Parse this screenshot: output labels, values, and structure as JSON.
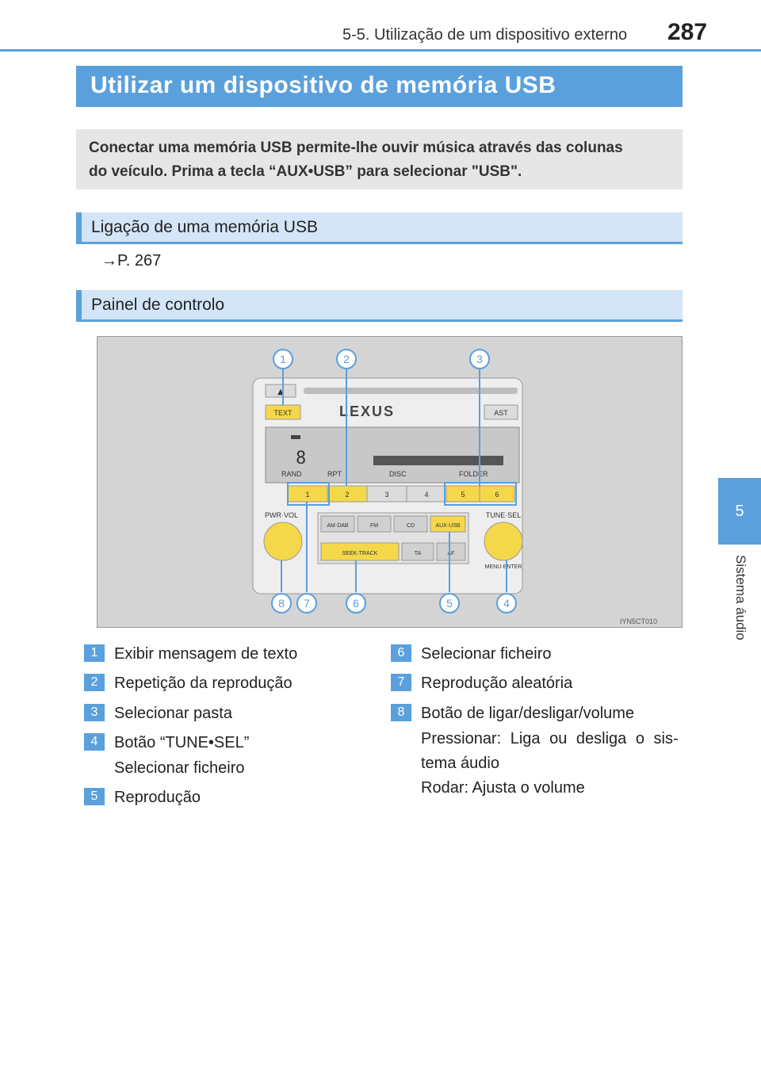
{
  "header": {
    "section_title": "5-5. Utilização de um dispositivo externo",
    "page_number": "287"
  },
  "side_tab": {
    "chapter_number": "5",
    "chapter_label": "Sistema áudio"
  },
  "main_title": "Utilizar um dispositivo de memória USB",
  "intro": {
    "line1": "Conectar uma memória USB permite-lhe ouvir música através das colunas",
    "line2": "do veículo. Prima a tecla “AUX•USB” para selecionar \"USB\"."
  },
  "section_connection": {
    "title": "Ligação de uma memória USB",
    "reference": "→P. 267"
  },
  "section_panel": {
    "title": "Painel de controlo"
  },
  "figure": {
    "code": "IYN5CT010",
    "brand": "LEXUS",
    "buttons": {
      "text": "TEXT",
      "ast": "AST",
      "pwr_vol": "PWR·VOL",
      "tune_sel": "TUNE·SEL",
      "am_dab": "AM·DAB",
      "fm": "FM",
      "cd": "CD",
      "aux_usb": "AUX·USB",
      "seek_track": "SEEK·TRACK",
      "ta": "TA",
      "af": "AF",
      "menu_enter": "MENU·ENTER",
      "presets": [
        "1",
        "2",
        "3",
        "4",
        "5",
        "6"
      ]
    },
    "display": {
      "rand": "RAND",
      "rpt": "RPT",
      "disc": "DISC",
      "folder": "FOLDER"
    },
    "callouts": [
      "1",
      "2",
      "3",
      "4",
      "5",
      "6",
      "7",
      "8"
    ]
  },
  "legend": [
    {
      "num": "1",
      "lines": [
        "Exibir mensagem de texto"
      ]
    },
    {
      "num": "2",
      "lines": [
        "Repetição da reprodução"
      ]
    },
    {
      "num": "3",
      "lines": [
        "Selecionar pasta"
      ]
    },
    {
      "num": "4",
      "lines": [
        "Botão “TUNE•SEL”",
        "Selecionar ficheiro"
      ]
    },
    {
      "num": "5",
      "lines": [
        "Reprodução"
      ]
    },
    {
      "num": "6",
      "lines": [
        "Selecionar ficheiro"
      ]
    },
    {
      "num": "7",
      "lines": [
        "Reprodução aleatória"
      ]
    },
    {
      "num": "8",
      "lines": [
        "Botão de ligar/desligar/volume",
        "Pressionar: Liga ou desliga o sis-",
        "tema áudio",
        "Rodar: Ajusta o volume"
      ]
    }
  ],
  "colors": {
    "accent_blue": "#5aa0dc",
    "light_blue": "#d3e5f7",
    "intro_gray": "#e6e6e6",
    "highlight_yellow": "#f5d84a"
  }
}
